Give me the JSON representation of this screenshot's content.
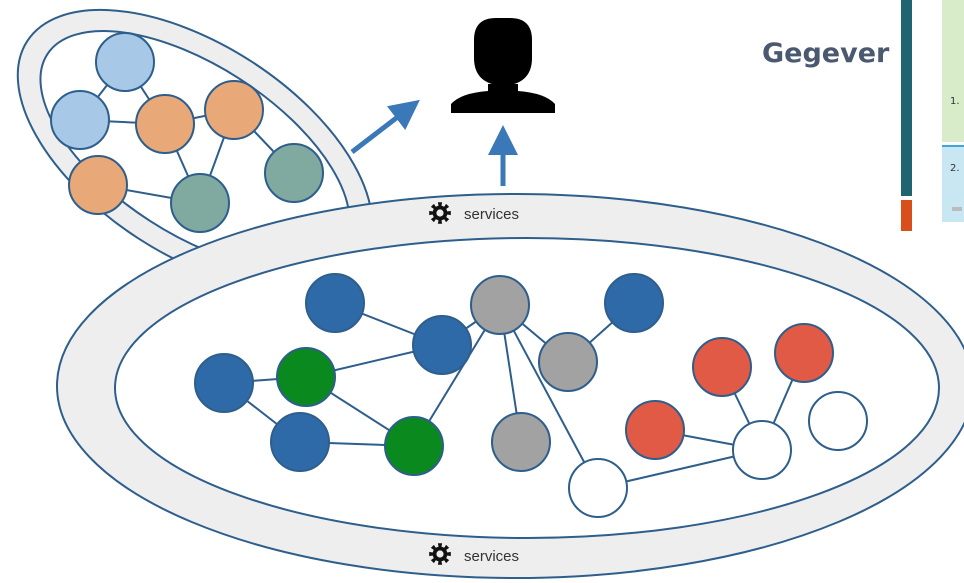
{
  "side_panel": {
    "title": "Gegever",
    "items": [
      "1.",
      "2."
    ]
  },
  "labels": {
    "services_top": "services",
    "services_bottom": "services"
  },
  "icons": {
    "user": "person-silhouette-icon",
    "gear": "gear-icon"
  },
  "colors": {
    "ring_fill": "#eeeeee",
    "ring_stroke": "#2e5e8c",
    "arrow": "#3a78b8",
    "node_light_blue": "#a8c8e8",
    "node_peach": "#e8a878",
    "node_teal": "#80aaa0",
    "node_dark_blue": "#2f6aa8",
    "node_green": "#0a8a1e",
    "node_grey": "#a2a2a2",
    "node_red": "#e05a45",
    "node_white": "#ffffff"
  },
  "graph_small": {
    "nodes": [
      {
        "id": "s1",
        "color": "light_blue"
      },
      {
        "id": "s2",
        "color": "light_blue"
      },
      {
        "id": "s3",
        "color": "peach"
      },
      {
        "id": "s4",
        "color": "peach"
      },
      {
        "id": "s5",
        "color": "peach"
      },
      {
        "id": "s6",
        "color": "teal"
      },
      {
        "id": "s7",
        "color": "teal"
      }
    ],
    "edges": [
      [
        "s1",
        "s2"
      ],
      [
        "s1",
        "s3"
      ],
      [
        "s2",
        "s3"
      ],
      [
        "s3",
        "s4"
      ],
      [
        "s3",
        "s6"
      ],
      [
        "s5",
        "s6"
      ],
      [
        "s4",
        "s6"
      ],
      [
        "s4",
        "s7"
      ]
    ]
  },
  "graph_large": {
    "nodes": [
      {
        "id": "b1",
        "color": "dark_blue"
      },
      {
        "id": "b2",
        "color": "dark_blue"
      },
      {
        "id": "b3",
        "color": "dark_blue"
      },
      {
        "id": "b4",
        "color": "dark_blue"
      },
      {
        "id": "b5",
        "color": "dark_blue"
      },
      {
        "id": "g1",
        "color": "green"
      },
      {
        "id": "g2",
        "color": "green"
      },
      {
        "id": "y1",
        "color": "grey"
      },
      {
        "id": "y2",
        "color": "grey"
      },
      {
        "id": "y3",
        "color": "grey"
      },
      {
        "id": "r1",
        "color": "red"
      },
      {
        "id": "r2",
        "color": "red"
      },
      {
        "id": "r3",
        "color": "red"
      },
      {
        "id": "w1",
        "color": "white"
      },
      {
        "id": "w2",
        "color": "white"
      },
      {
        "id": "w3",
        "color": "white"
      }
    ],
    "edges": [
      [
        "b1",
        "b2"
      ],
      [
        "g1",
        "b2"
      ],
      [
        "b3",
        "g1"
      ],
      [
        "b3",
        "b4"
      ],
      [
        "b4",
        "g2"
      ],
      [
        "g1",
        "g2"
      ],
      [
        "b2",
        "y1"
      ],
      [
        "y1",
        "g2"
      ],
      [
        "y1",
        "y2"
      ],
      [
        "y2",
        "b5"
      ],
      [
        "y1",
        "y3"
      ],
      [
        "y1",
        "w1"
      ],
      [
        "w1",
        "w2"
      ],
      [
        "r3",
        "w2"
      ],
      [
        "w2",
        "r1"
      ],
      [
        "w2",
        "r2"
      ]
    ]
  }
}
